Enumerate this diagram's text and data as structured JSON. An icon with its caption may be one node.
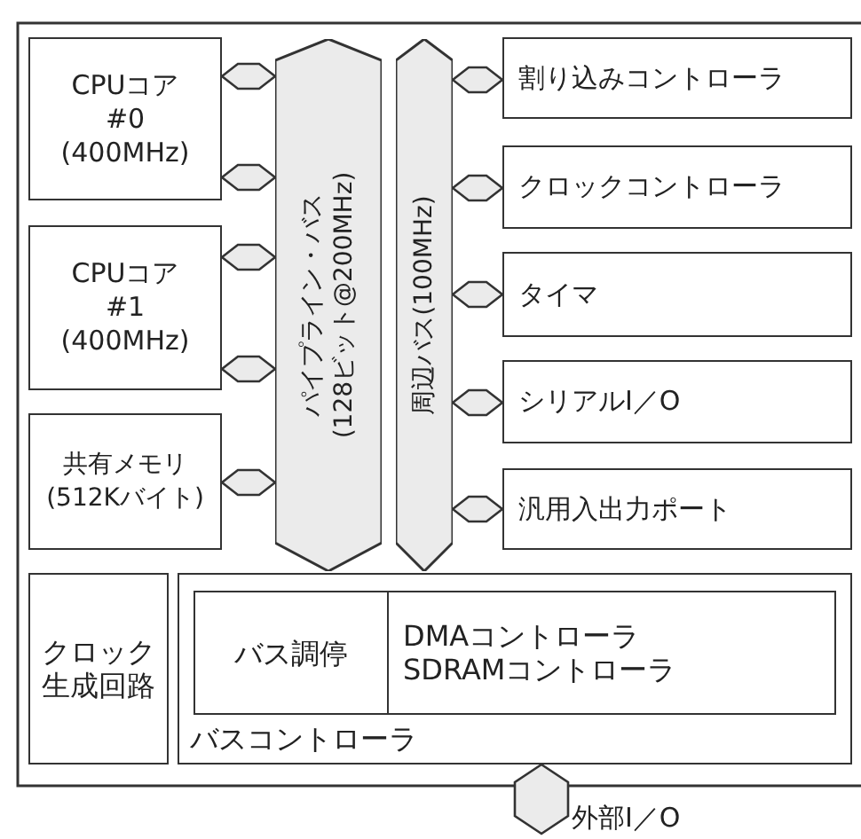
{
  "diagram": {
    "nodes": [
      {
        "text": [
          "CPUコア #0 (400MHz)"
        ]
      },
      {
        "text": [
          "CPUコア #1 (400MHz)"
        ]
      },
      {
        "text": [
          "共有メモリ (512Kバイト)"
        ]
      },
      {
        "text": [
          "パイプライン・バス (128ビット@200MHz)"
        ]
      },
      {
        "text": [
          "周辺バス(100MHz)"
        ]
      },
      {
        "text": [
          "割り込みコントローラ"
        ]
      },
      {
        "text": [
          "クロックコントローラ"
        ]
      },
      {
        "text": [
          "タイマ"
        ]
      },
      {
        "text": [
          "シリアルI／O"
        ]
      },
      {
        "text": [
          "汎用入出力ポート"
        ]
      },
      {
        "text": [
          "クロック生成回路"
        ]
      },
      {
        "text": [
          "バスコントローラ"
        ]
      },
      {
        "text": [
          "バス調停"
        ],
        "in": 11
      },
      {
        "text": [
          "DMAコントローラ",
          "SDRAMコントローラ"
        ],
        "in": 11
      }
    ],
    "edges": [
      {
        "from": 0,
        "to": 3,
        "arrow": "both"
      },
      {
        "from": 0,
        "to": 3,
        "arrow": "both"
      },
      {
        "from": 1,
        "to": 3,
        "arrow": "both"
      },
      {
        "from": 1,
        "to": 3,
        "arrow": "both"
      },
      {
        "from": 2,
        "to": 3,
        "arrow": "both"
      },
      {
        "from": 4,
        "to": 5,
        "arrow": "both"
      },
      {
        "from": 4,
        "to": 6,
        "arrow": "both"
      },
      {
        "from": 4,
        "to": 7,
        "arrow": "both"
      },
      {
        "from": 4,
        "to": 8,
        "arrow": "both"
      },
      {
        "from": 4,
        "to": 9,
        "arrow": "both"
      },
      {
        "from": 11,
        "to": null,
        "arrow": "both",
        "label": "外部I／O"
      }
    ]
  }
}
